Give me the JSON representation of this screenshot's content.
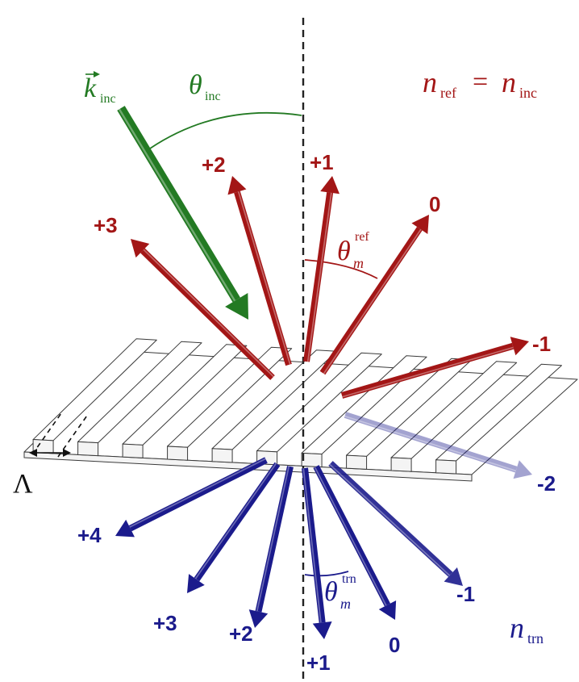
{
  "colors": {
    "reflected": "#a31616",
    "transmitted": "#1b1b8c",
    "incident": "#237a23",
    "normal_line": "#222222",
    "grating_outline": "#3a3a3a"
  },
  "incident": {
    "vector_symbol": "k",
    "vector_subscript": "inc",
    "angle_symbol": "θ",
    "angle_subscript": "inc"
  },
  "media": {
    "reflection_region": {
      "lhs_symbol": "n",
      "lhs_subscript": "ref",
      "equals": "=",
      "rhs_symbol": "n",
      "rhs_subscript": "inc"
    },
    "transmission_region": {
      "symbol": "n",
      "subscript": "trn"
    }
  },
  "angles": {
    "reflected": {
      "symbol": "θ",
      "sub": "m",
      "sup": "ref"
    },
    "transmitted": {
      "symbol": "θ",
      "sub": "m",
      "sup": "trn"
    }
  },
  "grating_period_label": "Λ",
  "reflected_orders": [
    {
      "label": "+3"
    },
    {
      "label": "+2"
    },
    {
      "label": "+1"
    },
    {
      "label": "0"
    },
    {
      "label": "-1"
    }
  ],
  "transmitted_orders": [
    {
      "label": "+4"
    },
    {
      "label": "+3"
    },
    {
      "label": "+2"
    },
    {
      "label": "+1"
    },
    {
      "label": "0"
    },
    {
      "label": "-1"
    },
    {
      "label": "-2"
    }
  ]
}
